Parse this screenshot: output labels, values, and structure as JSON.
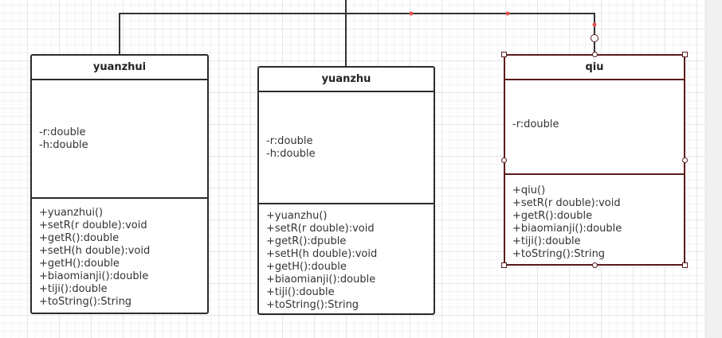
{
  "classes": [
    {
      "name": "yuanzhui",
      "attributes": [
        "-r:double",
        "-h:double"
      ],
      "methods": [
        "+yuanzhui()",
        "+setR(r double):void",
        "+getR():double",
        "+setH(h double):void",
        "+getH():double",
        "+biaomianji():double",
        "+tiji():double",
        "+toString():String"
      ]
    },
    {
      "name": "yuanzhu",
      "attributes": [
        "-r:double",
        "-h:double"
      ],
      "methods": [
        "+yuanzhu()",
        "+setR(r double):void",
        "+getR():dpuble",
        "+setH(h double):void",
        "+getH():double",
        "+biaomianji():double",
        "+tiji():double",
        "+toString():String"
      ]
    },
    {
      "name": "qiu",
      "attributes": [
        "-r:double"
      ],
      "methods": [
        "+qiu()",
        "+setR(r double):void",
        "+getR():double",
        "+biaomianji():double",
        "+tiji():double",
        "+toString():String"
      ]
    }
  ],
  "colors": {
    "border": "#2b2b2b",
    "selected_border": "#5a1a1a",
    "connector_point": "#e05050"
  }
}
